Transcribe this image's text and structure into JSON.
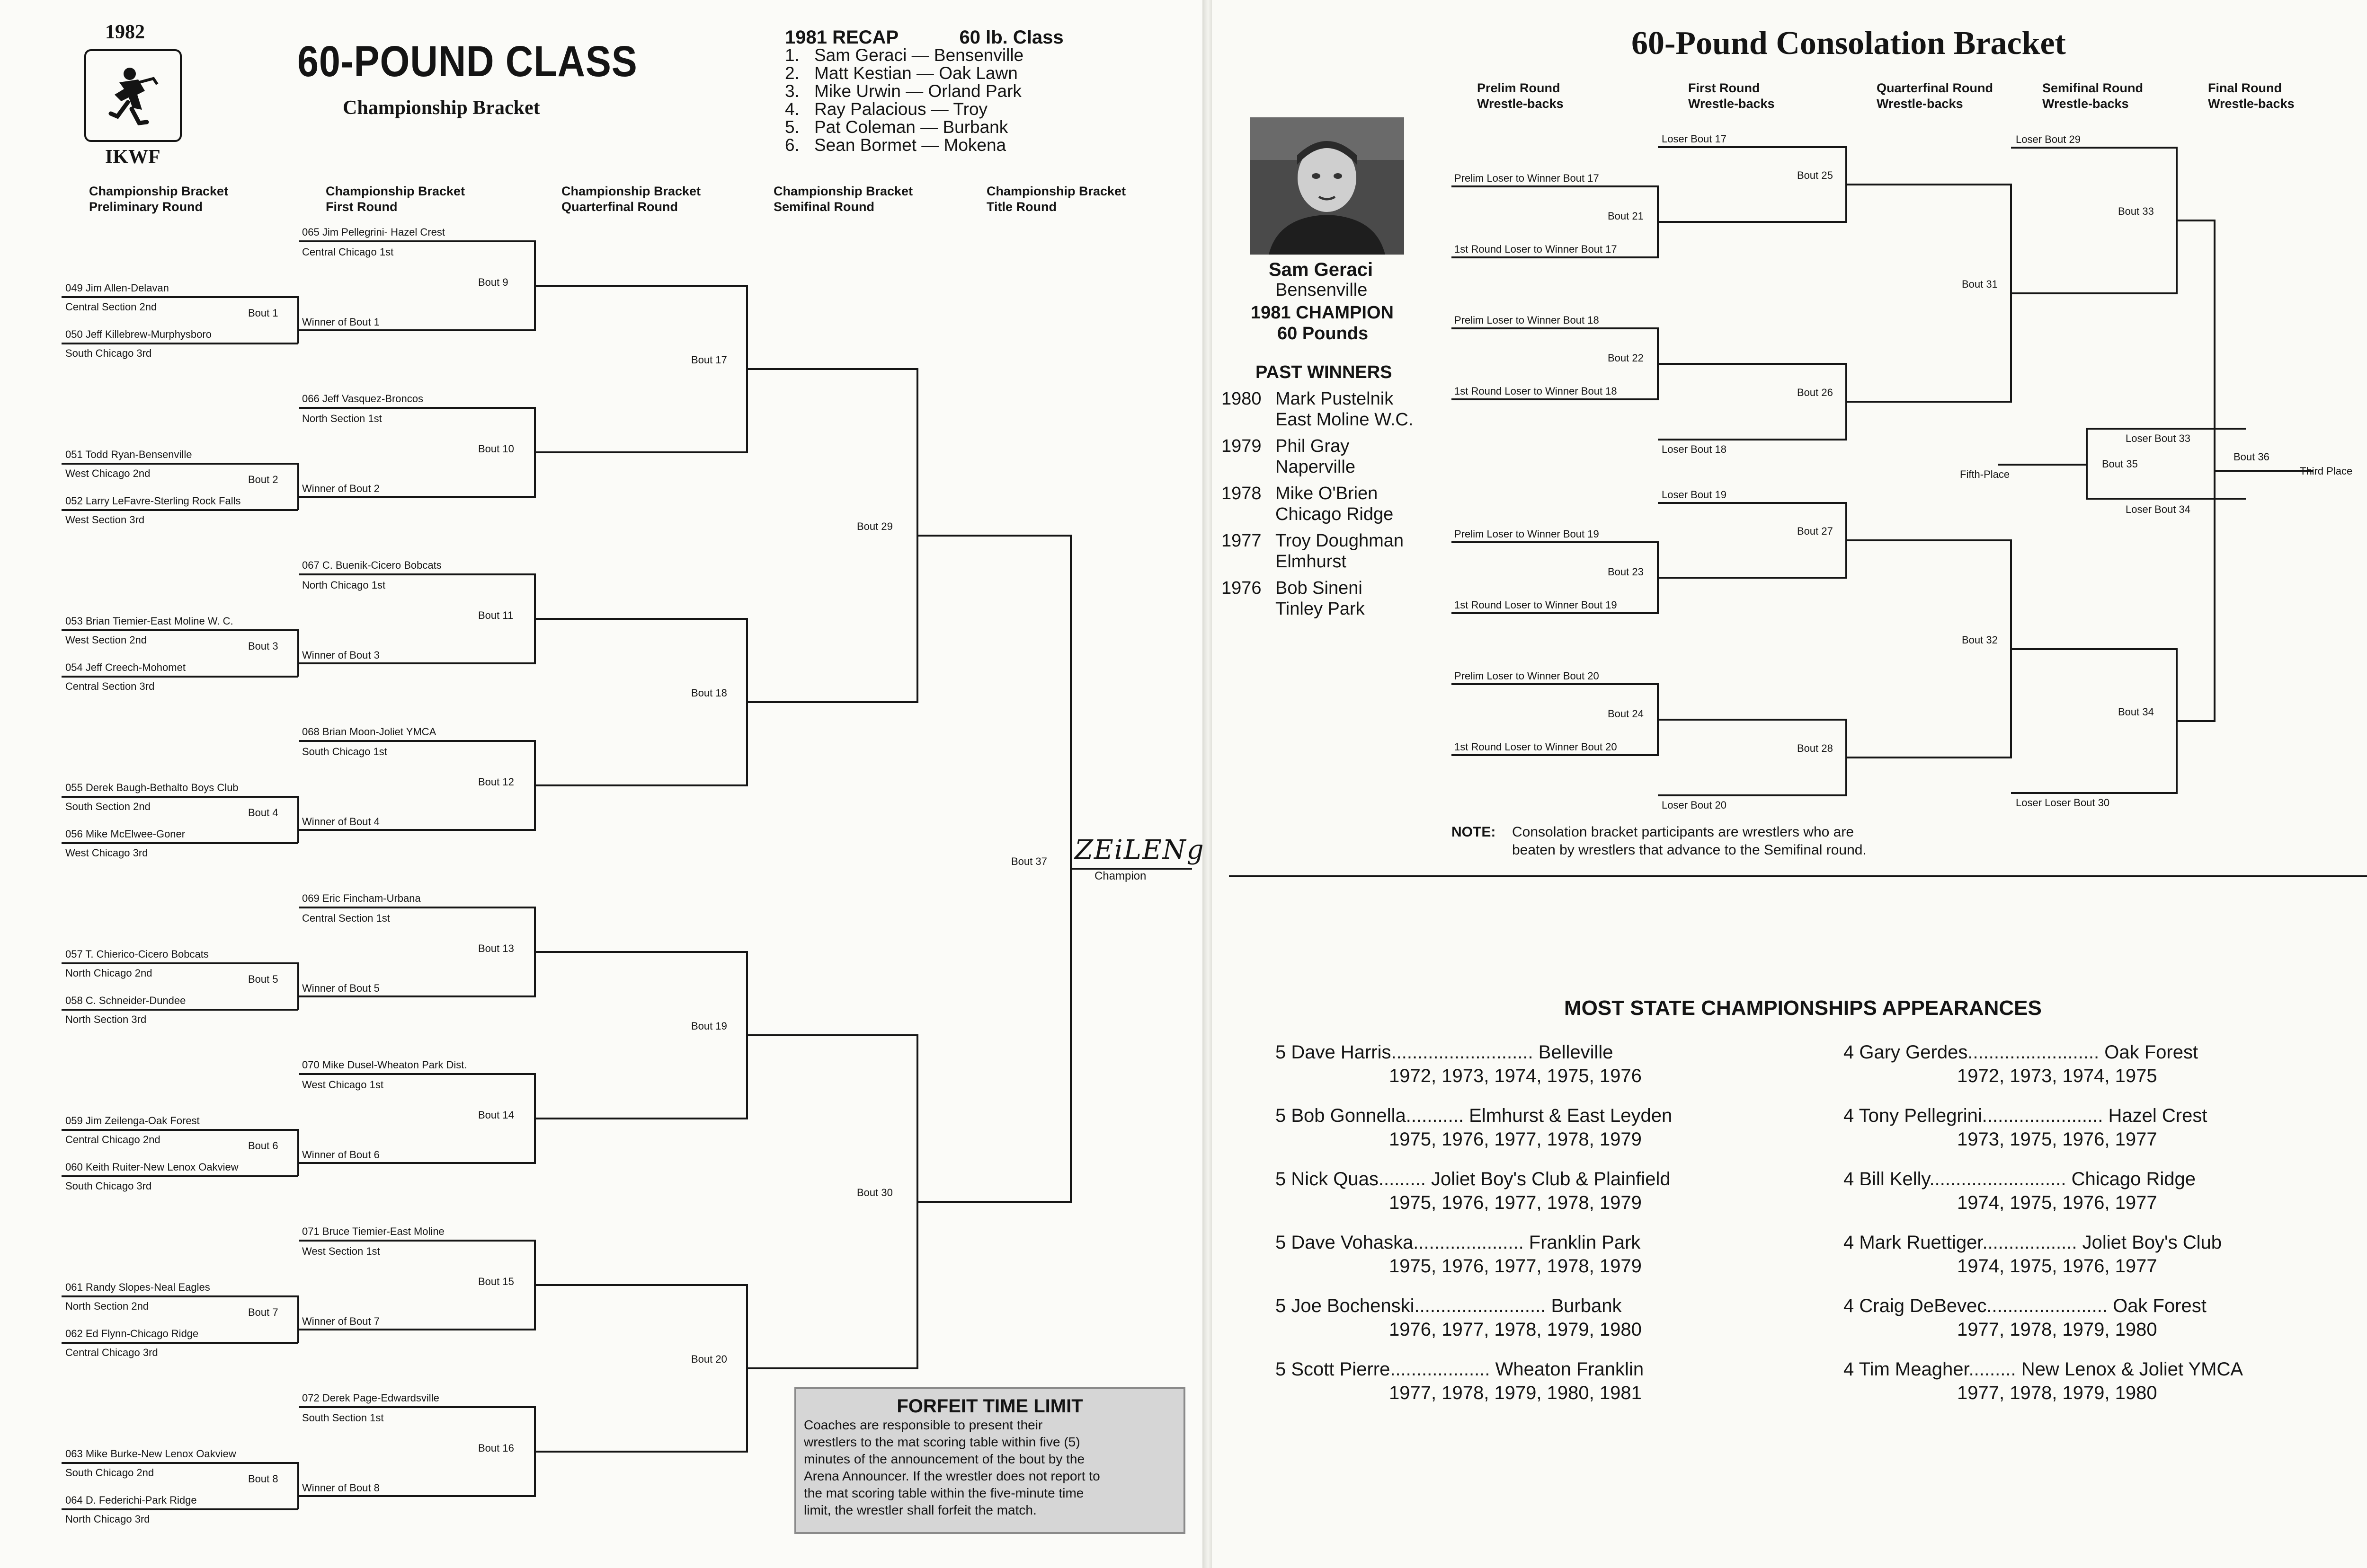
{
  "colors": {
    "ink": "#141414",
    "forfeit_box": "#d6d6d6",
    "page_left": "#fbfbf8",
    "page_right": "#fafaf6"
  },
  "icons": {
    "logo": "ikwf-wrestler-logo-icon",
    "signature": "champion-signature"
  },
  "left": {
    "year": "1982",
    "logo_label": "IKWF",
    "title": "60-POUND CLASS",
    "subtitle": "Championship Bracket",
    "recap": {
      "title": "1981 RECAP",
      "class_label": "60 lb. Class",
      "places": [
        {
          "num": "1.",
          "text": "Sam Geraci — Bensenville"
        },
        {
          "num": "2.",
          "text": "Matt Kestian — Oak Lawn"
        },
        {
          "num": "3.",
          "text": "Mike Urwin — Orland Park"
        },
        {
          "num": "4.",
          "text": "Ray Palacious — Troy"
        },
        {
          "num": "5.",
          "text": "Pat Coleman — Burbank"
        },
        {
          "num": "6.",
          "text": "Sean Bormet — Mokena"
        }
      ]
    },
    "columns": [
      {
        "l1": "Championship Bracket",
        "l2": "Preliminary Round"
      },
      {
        "l1": "Championship Bracket",
        "l2": "First Round"
      },
      {
        "l1": "Championship Bracket",
        "l2": "Quarterfinal Round"
      },
      {
        "l1": "Championship Bracket",
        "l2": "Semifinal Round"
      },
      {
        "l1": "Championship Bracket",
        "l2": "Title Round"
      }
    ],
    "prelim": [
      {
        "a_name": "049 Jim Allen-Delavan",
        "a_team": "Central Section 2nd",
        "bout": "Bout 1",
        "b_name": "050 Jeff Killebrew-Murphysboro",
        "b_team": "South Chicago 3rd"
      },
      {
        "a_name": "051 Todd Ryan-Bensenville",
        "a_team": "West Chicago 2nd",
        "bout": "Bout 2",
        "b_name": "052 Larry LeFavre-Sterling Rock Falls",
        "b_team": "West Section 3rd"
      },
      {
        "a_name": "053 Brian Tiemier-East Moline W. C.",
        "a_team": "West Section 2nd",
        "bout": "Bout 3",
        "b_name": "054 Jeff Creech-Mohomet",
        "b_team": "Central Section 3rd"
      },
      {
        "a_name": "055 Derek Baugh-Bethalto Boys Club",
        "a_team": "South Section 2nd",
        "bout": "Bout 4",
        "b_name": "056 Mike McElwee-Goner",
        "b_team": "West Chicago 3rd"
      },
      {
        "a_name": "057 T. Chierico-Cicero Bobcats",
        "a_team": "North Chicago 2nd",
        "bout": "Bout 5",
        "b_name": "058 C. Schneider-Dundee",
        "b_team": "North Section 3rd"
      },
      {
        "a_name": "059 Jim Zeilenga-Oak Forest",
        "a_team": "Central Chicago 2nd",
        "bout": "Bout 6",
        "b_name": "060 Keith Ruiter-New Lenox Oakview",
        "b_team": "South Chicago 3rd"
      },
      {
        "a_name": "061 Randy Slopes-Neal Eagles",
        "a_team": "North Section 2nd",
        "bout": "Bout 7",
        "b_name": "062 Ed Flynn-Chicago Ridge",
        "b_team": "Central Chicago 3rd"
      },
      {
        "a_name": "063 Mike Burke-New Lenox Oakview",
        "a_team": "South Chicago 2nd",
        "bout": "Bout 8",
        "b_name": "064 D. Federichi-Park Ridge",
        "b_team": "North Chicago 3rd"
      }
    ],
    "first_round": [
      {
        "name": "065 Jim Pellegrini- Hazel Crest",
        "team": "Central Chicago 1st",
        "bout": "Bout  9",
        "winner": "Winner of Bout 1"
      },
      {
        "name": "066 Jeff Vasquez-Broncos",
        "team": "North Section 1st",
        "bout": "Bout 10",
        "winner": "Winner of Bout 2"
      },
      {
        "name": "067 C. Buenik-Cicero Bobcats",
        "team": "North Chicago 1st",
        "bout": "Bout 11",
        "winner": "Winner of Bout 3"
      },
      {
        "name": "068 Brian Moon-Joliet YMCA",
        "team": "South Chicago 1st",
        "bout": "Bout 12",
        "winner": "Winner of Bout 4"
      },
      {
        "name": "069 Eric Fincham-Urbana",
        "team": "Central Section 1st",
        "bout": "Bout 13",
        "winner": "Winner of Bout 5"
      },
      {
        "name": "070 Mike Dusel-Wheaton Park Dist.",
        "team": "West Chicago 1st",
        "bout": "Bout 14",
        "winner": "Winner of Bout 6"
      },
      {
        "name": "071 Bruce Tiemier-East Moline",
        "team": "West Section 1st",
        "bout": "Bout 15",
        "winner": "Winner of Bout 7"
      },
      {
        "name": "072 Derek Page-Edwardsville",
        "team": "South Section 1st",
        "bout": "Bout 16",
        "winner": "Winner of Bout 8"
      }
    ],
    "quarter_bouts": [
      "Bout 17",
      "Bout 18",
      "Bout 19",
      "Bout 20"
    ],
    "semi_bouts": [
      "Bout 29",
      "Bout 30"
    ],
    "title_bout": "Bout 37",
    "champion_label": "Champion",
    "champion_signature": "ZEiLENgA",
    "forfeit": {
      "title": "FORFEIT TIME LIMIT",
      "lines": [
        "Coaches are responsible to present their",
        "wrestlers to the mat scoring table within five (5)",
        "minutes of the announcement of the bout by the",
        "Arena Announcer. If the wrestler does not report to",
        "the mat scoring table within the five-minute time",
        "limit, the wrestler shall forfeit the match."
      ]
    }
  },
  "right": {
    "title": "60-Pound Consolation Bracket",
    "columns": [
      {
        "l1": "Prelim Round",
        "l2": "Wrestle-backs"
      },
      {
        "l1": "First Round",
        "l2": "Wrestle-backs"
      },
      {
        "l1": "Quarterfinal Round",
        "l2": "Wrestle-backs"
      },
      {
        "l1": "Semifinal Round",
        "l2": "Wrestle-backs"
      },
      {
        "l1": "Final Round",
        "l2": "Wrestle-backs"
      }
    ],
    "champion_card": {
      "name": "Sam Geraci",
      "town": "Bensenville",
      "line1": "1981 CHAMPION",
      "line2": "60 Pounds"
    },
    "past_winners_title": "PAST WINNERS",
    "past_winners": [
      {
        "year": "1980",
        "name": "Mark Pustelnik",
        "club": "East Moline W.C."
      },
      {
        "year": "1979",
        "name": "Phil Gray",
        "club": "Naperville"
      },
      {
        "year": "1978",
        "name": "Mike O'Brien",
        "club": "Chicago Ridge"
      },
      {
        "year": "1977",
        "name": "Troy Doughman",
        "club": "Elmhurst"
      },
      {
        "year": "1976",
        "name": "Bob Sineni",
        "club": "Tinley Park"
      }
    ],
    "prelim_groups": [
      {
        "top": "Prelim Loser to Winner Bout 17",
        "bout": "Bout 21",
        "bottom": "1st Round Loser to Winner Bout 17"
      },
      {
        "top": "Prelim Loser to Winner Bout 18",
        "bout": "Bout 22",
        "bottom": "1st Round Loser to Winner Bout 18"
      },
      {
        "top": "Prelim Loser to Winner Bout 19",
        "bout": "Bout 23",
        "bottom": "1st Round Loser to Winner Bout 19"
      },
      {
        "top": "Prelim Loser to Winner Bout 20",
        "bout": "Bout 24",
        "bottom": "1st Round Loser to Winner Bout 20"
      }
    ],
    "first_round_groups": [
      {
        "top": "Loser Bout 17",
        "bout": "Bout 25"
      },
      {
        "bottom": "Loser Bout 18",
        "bout": "Bout 26"
      },
      {
        "top": "Loser Bout 19",
        "bout": "Bout 27"
      },
      {
        "bottom": "Loser Bout 20",
        "bout": "Bout 28"
      }
    ],
    "quarter_bouts": [
      "Bout 31",
      "Bout 32"
    ],
    "semi": [
      {
        "label": "Loser Bout 29",
        "bout": "Bout 33"
      },
      {
        "label": "Loser Loser Bout 30",
        "bout": "Bout 34"
      }
    ],
    "fifth": {
      "top": "Loser Bout 33",
      "bout": "Bout 35",
      "bottom": "Loser Bout 34",
      "label": "Fifth-Place"
    },
    "final_bout": "Bout 36",
    "third_place": "Third Place",
    "note_label": "NOTE:",
    "note_lines": [
      "Consolation bracket participants are wrestlers who are",
      "beaten by wrestlers that advance to the Semifinal round."
    ],
    "stats_title": "MOST STATE CHAMPIONSHIPS APPEARANCES",
    "stats_left": [
      {
        "main": "5 Dave Harris........................... Belleville",
        "years": "1972, 1973, 1974, 1975, 1976"
      },
      {
        "main": "5 Bob Gonnella........... Elmhurst & East Leyden",
        "years": "1975, 1976, 1977, 1978, 1979"
      },
      {
        "main": "5 Nick Quas......... Joliet Boy's Club & Plainfield",
        "years": "1975, 1976, 1977, 1978, 1979"
      },
      {
        "main": "5 Dave Vohaska..................... Franklin Park",
        "years": "1975, 1976, 1977, 1978, 1979"
      },
      {
        "main": "5 Joe Bochenski......................... Burbank",
        "years": "1976, 1977, 1978, 1979, 1980"
      },
      {
        "main": "5 Scott Pierre................... Wheaton Franklin",
        "years": "1977, 1978, 1979, 1980, 1981"
      }
    ],
    "stats_right": [
      {
        "main": "4 Gary Gerdes......................... Oak Forest",
        "years": "1972, 1973, 1974, 1975"
      },
      {
        "main": "4 Tony Pellegrini....................... Hazel Crest",
        "years": "1973, 1975, 1976, 1977"
      },
      {
        "main": "4 Bill Kelly.......................... Chicago Ridge",
        "years": "1974, 1975, 1976, 1977"
      },
      {
        "main": "4 Mark Ruettiger.................. Joliet Boy's Club",
        "years": "1974, 1975, 1976, 1977"
      },
      {
        "main": "4 Craig DeBevec....................... Oak Forest",
        "years": "1977, 1978, 1979, 1980"
      },
      {
        "main": "4 Tim Meagher......... New Lenox & Joliet YMCA",
        "years": "1977, 1978, 1979, 1980"
      }
    ]
  }
}
